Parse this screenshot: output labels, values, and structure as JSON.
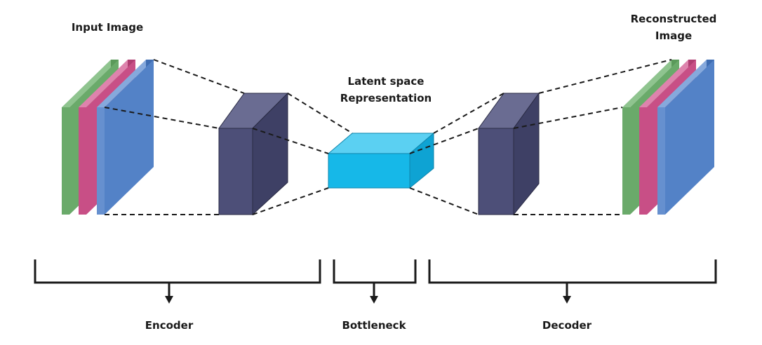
{
  "labels": {
    "input_image": "Input Image",
    "reconstructed_line1": "Reconstructed",
    "reconstructed_line2": "Image",
    "latent_line1": "Latent space",
    "latent_line2": "Representation",
    "encoder": "Encoder",
    "bottleneck": "Bottleneck",
    "decoder": "Decoder"
  },
  "colors": {
    "channel_green": "#6aaa6a",
    "channel_pink": "#c84f86",
    "channel_blue": "#5382c7",
    "hidden_block": "#4d4f78",
    "latent_block": "#16b8e8",
    "line": "#1a1a1a"
  }
}
